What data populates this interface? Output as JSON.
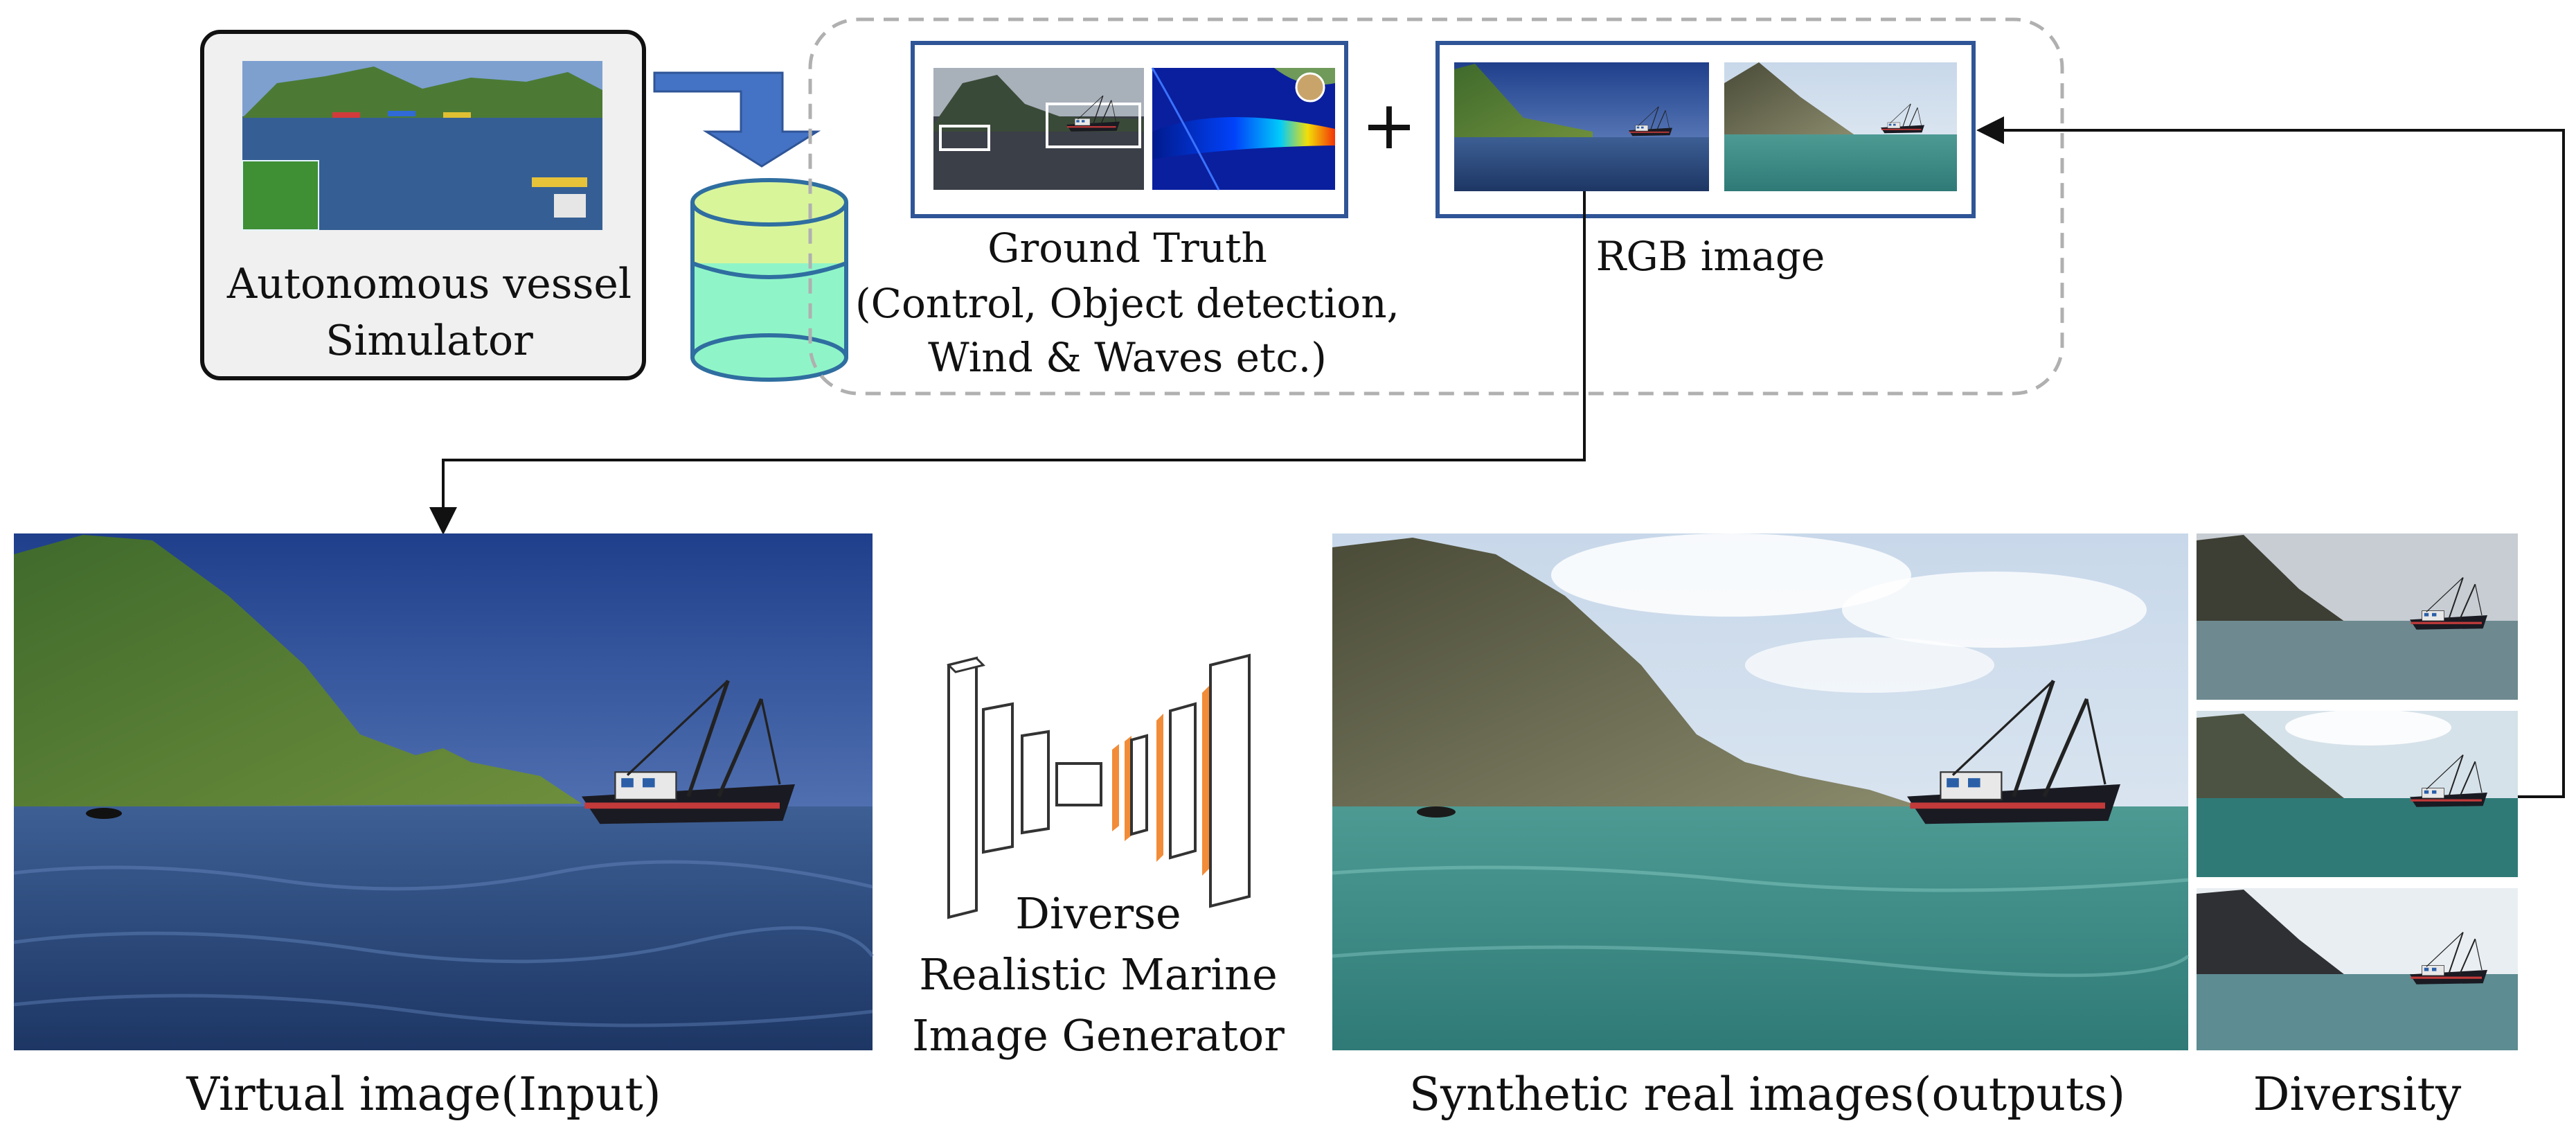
{
  "simulator": {
    "label_line1": "Autonomous vessel",
    "label_line2": "Simulator"
  },
  "ground_truth": {
    "title": "Ground Truth",
    "detail_line1": "(Control, Object detection,",
    "detail_line2": "Wind & Waves etc.)"
  },
  "plus_sign": "+",
  "rgb": {
    "label": "RGB image"
  },
  "generator": {
    "line1": "Diverse",
    "line2": "Realistic Marine",
    "line3": "Image Generator"
  },
  "virtual": {
    "label": "Virtual image(Input)"
  },
  "synthetic": {
    "label": "Synthetic real images(outputs)"
  },
  "diversity": {
    "label": "Diversity"
  },
  "colors": {
    "arrow_blue": "#4472c4",
    "frame_blue": "#2f5597",
    "db_top": "#d9f59a",
    "db_body": "#8ff5c8",
    "db_stroke": "#2f6ea0",
    "dashed_border": "#b0b0b0",
    "sim_box_fill": "#f0f0f0",
    "generator_accent": "#f28c38",
    "sea_virtual": "#2c4d7e",
    "sea_real": "#3e8a85"
  }
}
